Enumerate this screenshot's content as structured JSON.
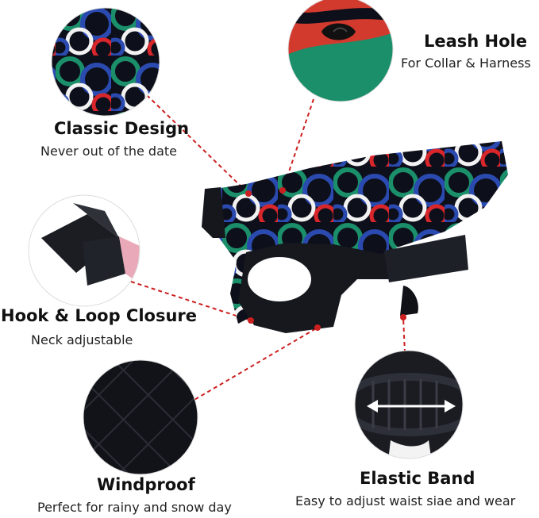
{
  "features": {
    "leash": {
      "title": "Leash Hole",
      "subtitle": "For Collar & Harness"
    },
    "classic": {
      "title": "Classic Design",
      "subtitle": "Never out of the date"
    },
    "hook": {
      "title": "Hook & Loop Closure",
      "subtitle": "Neck adjustable"
    },
    "windproof": {
      "title": "Windproof",
      "subtitle": "Perfect for rainy and snow day"
    },
    "elastic": {
      "title": "Elastic Band",
      "subtitle": "Easy to adjust waist siae and wear"
    }
  },
  "colors": {
    "callout_line": "#cc1f1f",
    "coat_black": "#0d0f1a",
    "ring_green": "#1a8f6a",
    "ring_red": "#d8262b",
    "ring_blue": "#2b4ab0",
    "ring_white": "#f2f2f2"
  }
}
